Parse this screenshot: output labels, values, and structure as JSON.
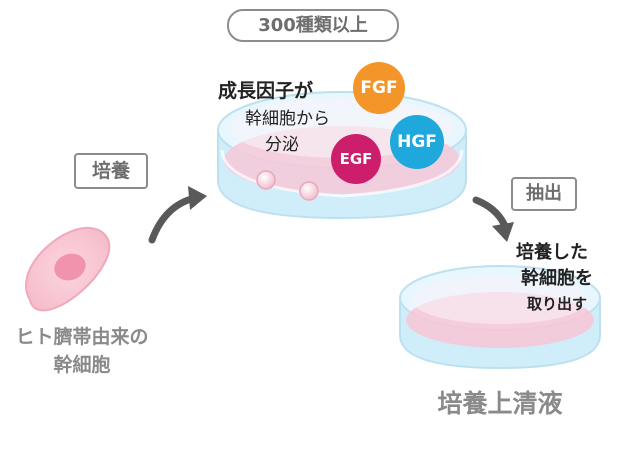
{
  "badges": {
    "count": "300種類以上",
    "culture": "培養",
    "extract": "抽出"
  },
  "cell": {
    "label_line1": "ヒト臍帯由来の",
    "label_line2": "幹細胞"
  },
  "secretion": {
    "line1": "成長因子が",
    "line2": "幹細胞から",
    "line3": "分泌"
  },
  "factors": {
    "fgf": "FGF",
    "hgf": "HGF",
    "egf": "EGF"
  },
  "extraction": {
    "line1": "培養した",
    "line2": "幹細胞を",
    "line3": "取り出す"
  },
  "result": {
    "label": "培養上清液"
  },
  "colors": {
    "fgf": "#f4952a",
    "hgf": "#1ea8dc",
    "egf": "#cc1e6a",
    "dish_blue": "#bfe6f5",
    "dish_pink": "#f4c4d4",
    "arrow": "#595959"
  }
}
